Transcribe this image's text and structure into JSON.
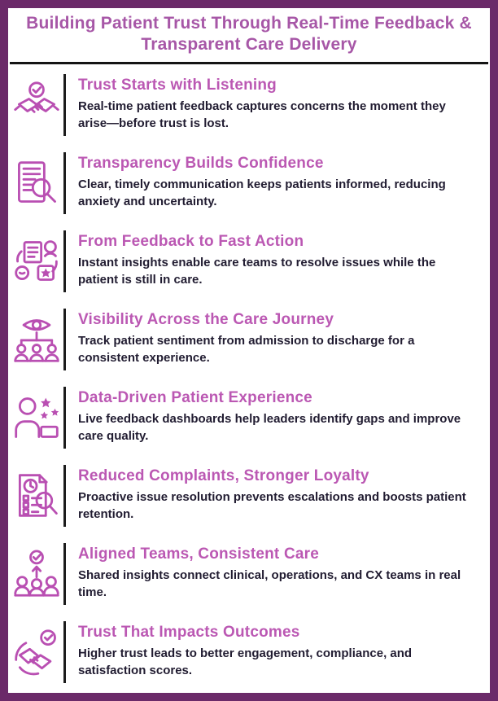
{
  "page": {
    "title": "Building Patient Trust Through Real-Time Feedback & Transparent Care Delivery"
  },
  "colors": {
    "border": "#6b2a69",
    "title_text": "#a757a7",
    "heading_text": "#bb58b3",
    "body_text": "#211c31",
    "icon_stroke": "#b94fb2",
    "rule": "#141414",
    "background": "#ffffff"
  },
  "sections": [
    {
      "icon": "handshake-check-icon",
      "heading": "Trust Starts with Listening",
      "body": "Real-time patient feedback captures concerns the moment they arise—before trust is lost."
    },
    {
      "icon": "document-magnifier-icon",
      "heading": "Transparency Builds Confidence",
      "body": "Clear, timely communication keeps patients informed, reducing anxiety and uncertainty."
    },
    {
      "icon": "feedback-collage-icon",
      "heading": "From Feedback to Fast Action",
      "body": "Instant insights enable care teams to resolve issues while the patient is still in care."
    },
    {
      "icon": "eye-hierarchy-icon",
      "heading": "Visibility Across the Care Journey",
      "body": "Track patient sentiment from admission to discharge for a consistent experience."
    },
    {
      "icon": "person-stars-icon",
      "heading": "Data-Driven Patient Experience",
      "body": "Live feedback dashboards help leaders identify gaps and improve care quality."
    },
    {
      "icon": "checklist-magnifier-icon",
      "heading": "Reduced Complaints, Stronger Loyalty",
      "body": "Proactive issue resolution prevents escalations and boosts patient retention."
    },
    {
      "icon": "team-arrow-check-icon",
      "heading": "Aligned Teams, Consistent Care",
      "body": "Shared insights connect clinical, operations, and CX teams in real time."
    },
    {
      "icon": "handshake-badge-icon",
      "heading": "Trust That Impacts Outcomes",
      "body": "Higher trust leads to better engagement, compliance, and satisfaction scores."
    }
  ]
}
